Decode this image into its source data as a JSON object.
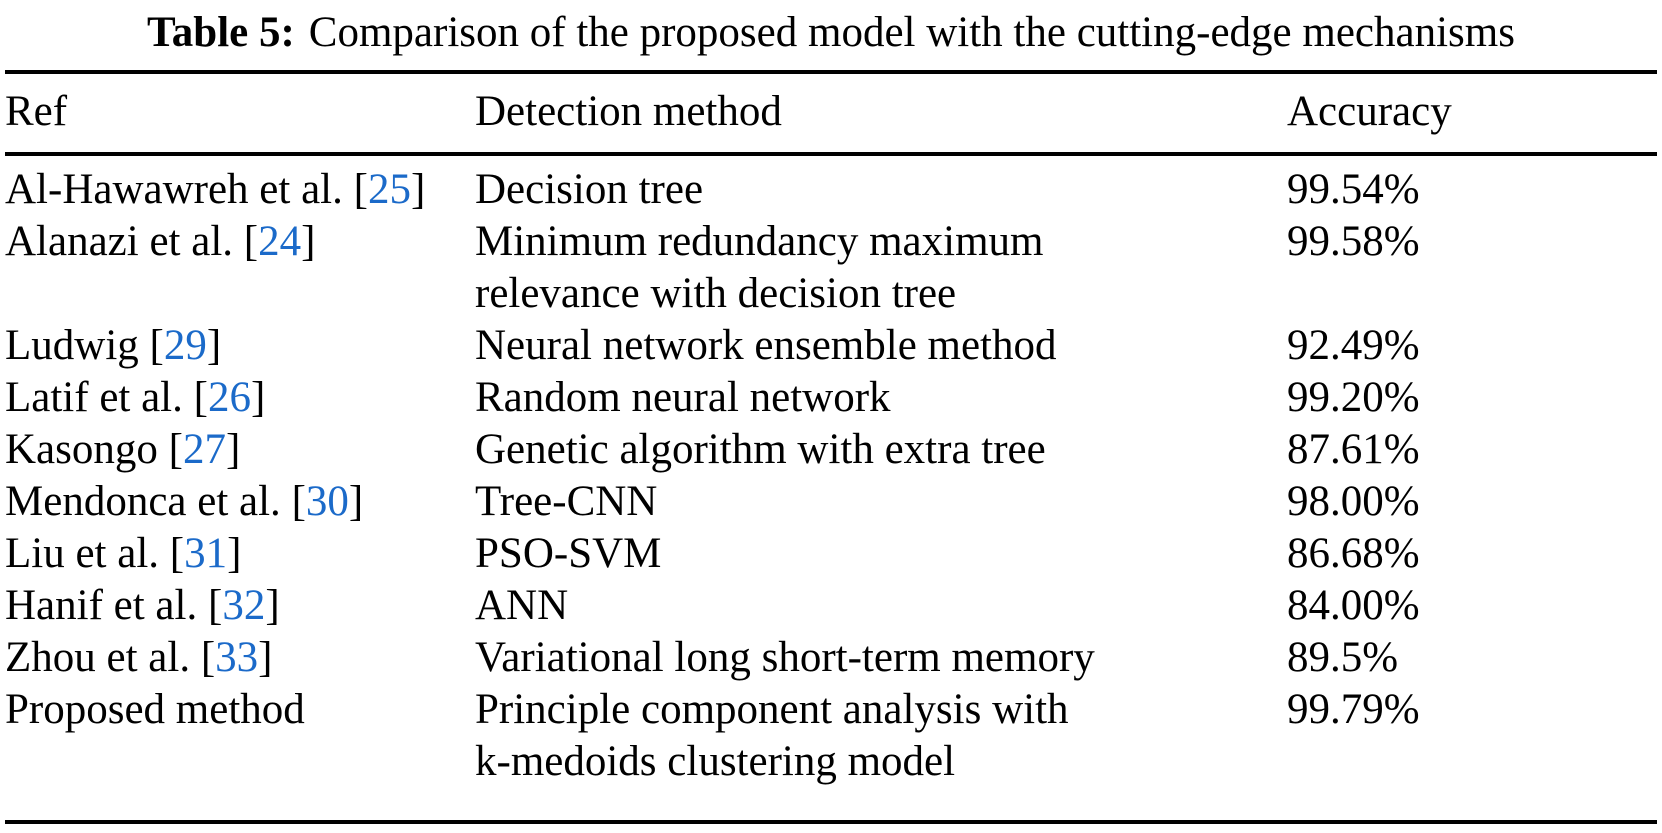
{
  "title": {
    "label": "Table 5:",
    "text": "Comparison of the proposed model with the cutting-edge mechanisms"
  },
  "colors": {
    "citation_link": "#1b6ac9",
    "text": "#000000",
    "rule": "#000000",
    "background": "#ffffff"
  },
  "table": {
    "columns": {
      "ref": "Ref",
      "method": "Detection method",
      "accuracy": "Accuracy"
    },
    "rows": [
      {
        "ref": "Al-Hawawreh et al.",
        "cite": "25",
        "method": "Decision tree",
        "accuracy": "99.54%"
      },
      {
        "ref": "Alanazi et al.",
        "cite": "24",
        "method": "Minimum redundancy maximum\nrelevance with decision tree",
        "accuracy": "99.58%"
      },
      {
        "ref": "Ludwig",
        "cite": "29",
        "method": "Neural network ensemble method",
        "accuracy": "92.49%"
      },
      {
        "ref": "Latif et al.",
        "cite": "26",
        "method": "Random neural network",
        "accuracy": "99.20%"
      },
      {
        "ref": "Kasongo",
        "cite": "27",
        "method": "Genetic algorithm with extra tree",
        "accuracy": "87.61%"
      },
      {
        "ref": "Mendonca et al.",
        "cite": "30",
        "method": "Tree-CNN",
        "accuracy": "98.00%"
      },
      {
        "ref": "Liu et al.",
        "cite": "31",
        "method": "PSO-SVM",
        "accuracy": "86.68%"
      },
      {
        "ref": "Hanif et al.",
        "cite": "32",
        "method": "ANN",
        "accuracy": "84.00%"
      },
      {
        "ref": "Zhou et al.",
        "cite": "33",
        "method": "Variational long short-term memory",
        "accuracy": "89.5%"
      },
      {
        "ref": "Proposed method",
        "cite": null,
        "method": "Principle component analysis with\nk-medoids clustering model",
        "accuracy": "99.79%"
      }
    ]
  }
}
